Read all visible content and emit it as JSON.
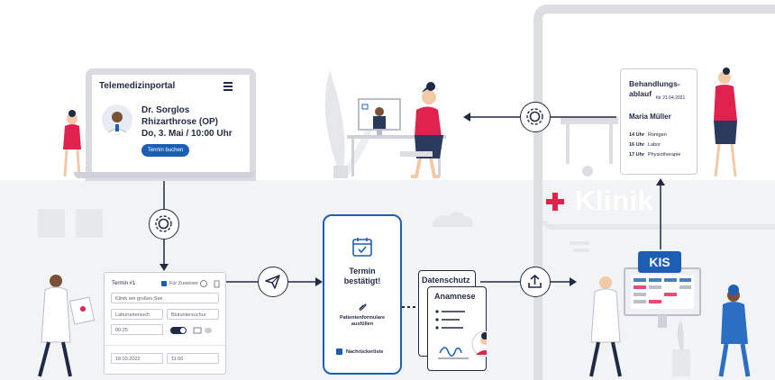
{
  "portal": {
    "title": "Telemedizinportal",
    "doctor": "Dr. Sorglos",
    "specialty": "Rhizarthrose (OP)",
    "datetime": "Do, 3. Mai / 10:00 Uhr",
    "book_button": "Termin buchen"
  },
  "form": {
    "title": "Termin #1",
    "checkbox_label": "Für Zuweiser",
    "clinic": "Klinik am großen See",
    "exam_left": "Laboruntersuch",
    "exam_right": "Blutuntersuchur",
    "duration": "00:25",
    "date": "18.03.2022",
    "time": "11:00"
  },
  "phone": {
    "title_line1": "Termin",
    "title_line2": "bestätigt!",
    "forms_line1": "Patientenformulare",
    "forms_line2": "ausfüllen",
    "waitlist": "Nachrückerliste"
  },
  "documents": {
    "privacy": "Datenschutz",
    "anamnesis": "Anamnese"
  },
  "board": {
    "title_line1": "Behandlungs-",
    "title_line2": "ablauf",
    "date": "für 21.04.2021",
    "patient": "Maria Müller",
    "rows": [
      {
        "time": "14 Uhr",
        "task": "Röntgen"
      },
      {
        "time": "16 Uhr",
        "task": "Labor"
      },
      {
        "time": "17 Uhr",
        "task": "Physiotherapie"
      }
    ]
  },
  "clinic": {
    "label": "Klinik",
    "kis": "KIS"
  },
  "colors": {
    "brand_blue": "#1d5eb5",
    "accent_red": "#e0234e",
    "navy": "#1f2a44",
    "light_gray": "#f2f3f5"
  }
}
